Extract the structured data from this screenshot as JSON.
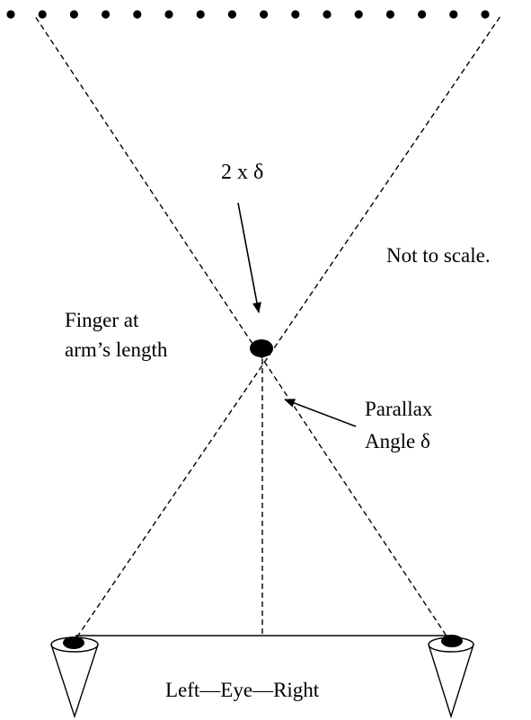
{
  "labels": {
    "two_delta": "2 x δ",
    "not_to_scale": "Not to scale.",
    "finger_line1": "Finger at",
    "finger_line2": "arm’s length",
    "parallax_line1": "Parallax",
    "parallax_line2": "Angle δ",
    "eyes": "Left—Eye—Right"
  },
  "colors": {
    "ink": "#000000",
    "background": "#ffffff"
  }
}
